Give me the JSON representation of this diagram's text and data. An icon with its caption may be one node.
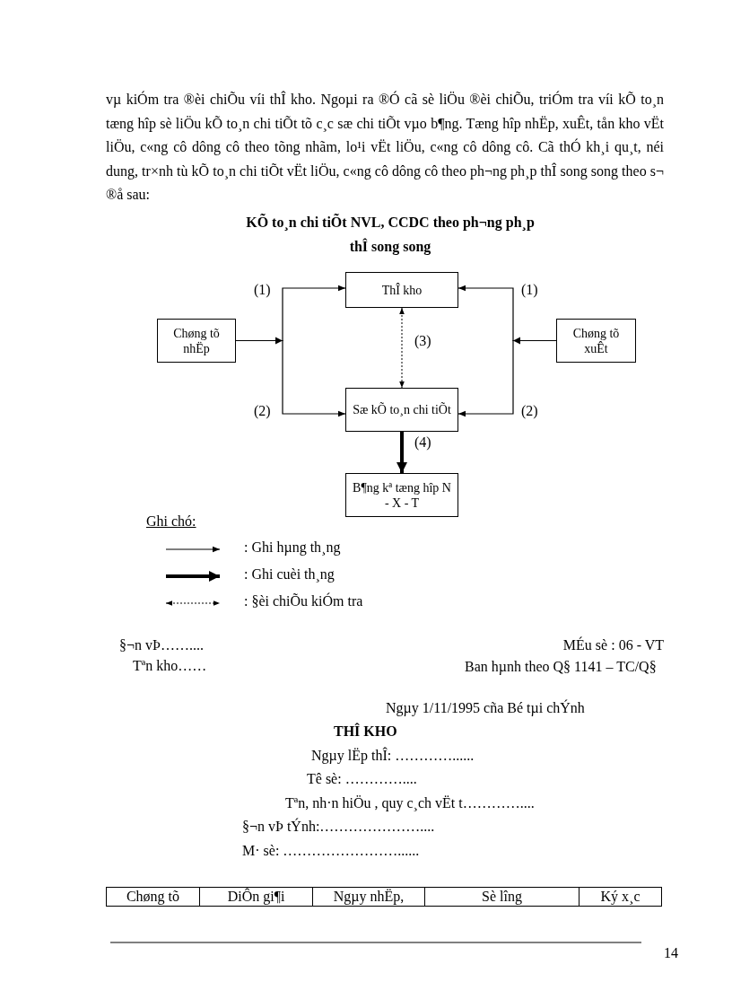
{
  "diagram": {
    "title": "KÕ to¸n chi tiÕt NVL, CCDC theo ph¬ng ph¸p thÎ song song",
    "nodes": [
      {
        "text": [
          "ThÎ kho"
        ]
      },
      {
        "text": [
          "Chøng tõ nhËp"
        ]
      },
      {
        "text": [
          "Chøng tõ xuÊt"
        ]
      },
      {
        "text": [
          "Sæ kÕ to¸n chi tiÕt"
        ]
      },
      {
        "text": [
          "B¶ng kª tæng hîp N - X - T"
        ]
      }
    ],
    "edges": [
      {
        "from": 1,
        "to": 0,
        "arrow": "to",
        "label": "(1)"
      },
      {
        "from": 1,
        "to": 3,
        "arrow": "to",
        "label": "(2)"
      },
      {
        "from": 2,
        "to": 0,
        "arrow": "to",
        "label": "(1)"
      },
      {
        "from": 2,
        "to": 3,
        "arrow": "to",
        "label": "(2)"
      },
      {
        "from": 0,
        "to": 3,
        "arrow": "both",
        "label": "(3)",
        "style": "dashed"
      },
      {
        "from": 3,
        "to": 4,
        "arrow": "to",
        "label": "(4)",
        "style": "thick"
      }
    ],
    "labels": [
      "vµ kiÓm tra ®èi chiÕu víi thÎ kho. Ngoµi ra ®Ó cã sè liÖu ®èi chiÕu, triÓm tra víi kÕ to¸n tæng hîp sè liÖu kÕ to¸n chi tiÕt tõ c¸c sæ chi tiÕt vµo b¶ng. Tæng hîp nhËp, xuÊt, tån kho vËt liÖu, c«ng cô dông cô theo tõng nhãm, lo¹i vËt liÖu, c«ng cô dông cô. Cã thÓ kh¸i qu¸t, néi dung, tr×nh tù kÕ to¸n chi tiÕt vËt liÖu, c«ng cô dông cô theo ph¬ng ph¸p thÎ song song theo s¬ ®å sau:",
      "Ghi chó:",
      "§¬n vÞ……....",
      "MÉu sè : 06 - VT",
      "Tªn kho……",
      "Ban hµnh theo Q§ 1141 – TC/Q§",
      "Ngµy 1/11/1995 cña Bé tµi chÝnh",
      "THÎ KHO",
      "Ngµy lËp thÎ: …………......",
      "Tê sè: …………....",
      "Tªn, nh·n hiÖu , quy c¸ch vËt t…………....",
      "§¬n vÞ tÝnh:…………………....",
      "M· sè: ……………………......",
      "Chøng tõ",
      "DiÔn gi¶i",
      "Ngµy nhËp,",
      "Sè lîng",
      "Ký x¸c",
      "14"
    ],
    "legend": [
      {
        "text": ": Ghi hµng th¸ng"
      },
      {
        "text": ": Ghi cuèi th¸ng"
      },
      {
        "text": ": §èi chiÕu kiÓm tra"
      }
    ]
  }
}
